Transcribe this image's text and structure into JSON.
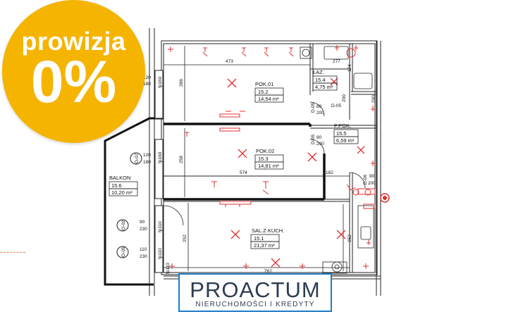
{
  "promo": {
    "line1": "prowizja",
    "line2": "0%"
  },
  "logo": {
    "name": "PROACTUM",
    "tagline": "NIERUCHOMOŚCI I KREDYTY"
  },
  "rooms": {
    "pok01": {
      "name": "POK.01",
      "number": "15.2",
      "area": "14,54 m²"
    },
    "laz": {
      "name": "ŁAZ.",
      "number": "15.4",
      "area": "4,75 m²"
    },
    "ppok": {
      "name": "P.POK.",
      "number": "15.5",
      "area": "6,59 m²"
    },
    "pok02": {
      "name": "POK.02",
      "number": "15.3",
      "area": "14,81 m²"
    },
    "balkon": {
      "name": "BALKON",
      "number": "15.6",
      "area": "10,20 m²"
    },
    "salon": {
      "name": "SAL.Z KUCH.",
      "number": "15.1",
      "area": "21,37 m²"
    }
  },
  "dimensions": {
    "d473": "473",
    "d277": "277",
    "d174": "174",
    "d286": "286",
    "d258": "258",
    "d574": "574",
    "d182": "182",
    "d252a": "252",
    "d252b": "252",
    "d762": "762",
    "d120a": "120",
    "d180a": "180",
    "d120b": "120",
    "d180b": "180",
    "d90": "90",
    "d230a": "230",
    "d110": "110",
    "d230b": "230",
    "d80a": "80",
    "d200a": "200",
    "d200b": "200",
    "d80b": "80",
    "d200c": "200",
    "d90b": "90",
    "d200d": "200",
    "d200e": "200",
    "fp1": "fp160",
    "fp2": "fp160",
    "fp3": "fp110",
    "fp4": "fp110",
    "fp5": "fp110"
  },
  "doors": {
    "d05a": "D-05",
    "d05b": "D-05",
    "d05c": "D-05",
    "d06": "D-06",
    "o07": "O-07",
    "o02": "O-02",
    "o05": "O-05"
  },
  "colors": {
    "badge": "#f5b400",
    "wall": "#111111",
    "outline": "#222222",
    "marker": "#e03030",
    "logo_border": "#1e7bc7",
    "logo_text": "#2d3c52"
  }
}
